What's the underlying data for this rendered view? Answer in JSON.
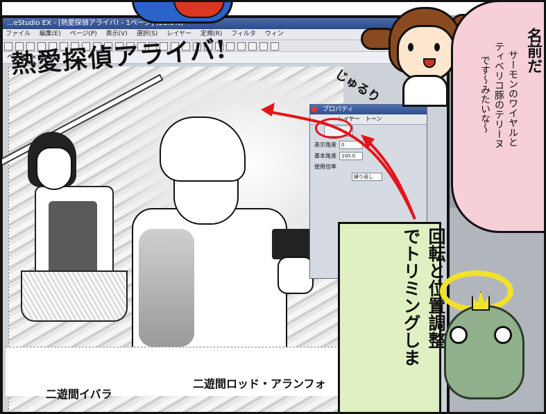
{
  "app": {
    "title": "...eStudio EX - [熱愛探偵アライバ! - 1ページ] (21.0%)",
    "menu": [
      "ファイル",
      "編集(E)",
      "ページ(P)",
      "表示(V)",
      "選択(S)",
      "レイヤー",
      "定規(R)",
      "フィルタ",
      "ウィン"
    ],
    "tab_label": "ページ1 × 25.0"
  },
  "canvas": {
    "title": "熱愛探偵アライバ!",
    "name_left": "二遊間イバラ",
    "name_right": "二遊間ロッド・アランフォ"
  },
  "palette": {
    "title": "プロパティ",
    "tabs": [
      "レイヤー",
      "トーン"
    ],
    "rows": [
      {
        "label": "表示角度",
        "value": "0"
      },
      {
        "label": "基本角度",
        "value": "100.0"
      },
      {
        "label": "使用倍率",
        "value": "繰り返し"
      }
    ]
  },
  "comic": {
    "sfx": "じゅるり",
    "bubble_lines": [
      "サーモンのワイヤルと",
      "ティベリコ豚のテリーヌ",
      "です〜みたいな〜"
    ],
    "bubble_big": "名前だ",
    "caption": [
      "回転と位置調整",
      "でトリミングしま"
    ]
  },
  "colors": {
    "arrow_red": "#e3151a",
    "caption_bg": "#dff0c2",
    "bubble_bg": "#f6cfd8",
    "title_bar": "#2c4b8a"
  }
}
